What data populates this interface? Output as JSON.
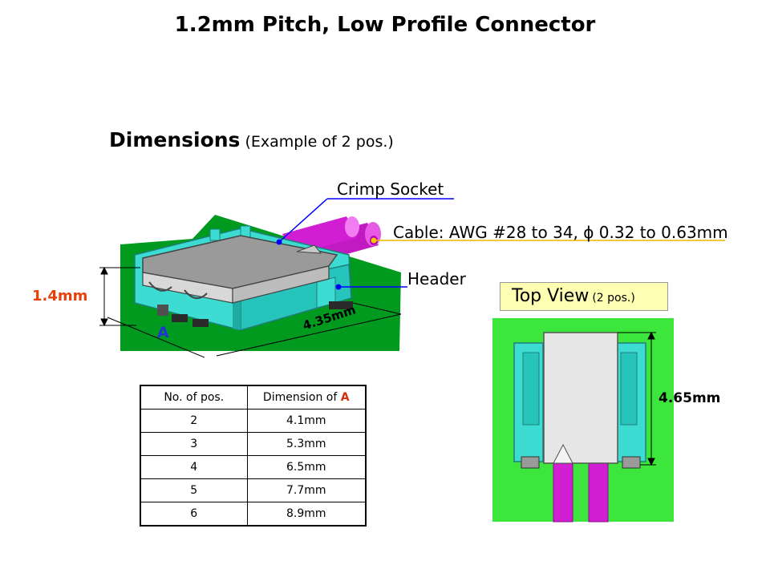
{
  "title": "1.2mm Pitch, Low Profile Connector",
  "section": {
    "heading": "Dimensions",
    "note": "(Example of 2 pos.)"
  },
  "callouts": {
    "crimp_socket": "Crimp Socket",
    "cable": "Cable: AWG #28 to 34, ϕ 0.32 to 0.63mm",
    "header": "Header"
  },
  "dimensions": {
    "height": "1.4mm",
    "depth": "4.35mm",
    "width_ref": "A",
    "topview_height": "4.65mm"
  },
  "top_view": {
    "label": "Top View",
    "note": "(2 pos.)"
  },
  "table": {
    "headers": [
      "No. of pos.",
      "Dimension of ",
      "A"
    ],
    "rows": [
      [
        "2",
        "4.1mm"
      ],
      [
        "3",
        "5.3mm"
      ],
      [
        "4",
        "6.5mm"
      ],
      [
        "5",
        "7.7mm"
      ],
      [
        "6",
        "8.9mm"
      ]
    ]
  },
  "colors": {
    "pcb_green": "#009a1e",
    "housing_cyan": "#3cdcd2",
    "socket_gray": "#9a9a9a",
    "cable_magenta": "#d21ed2",
    "dim_red": "#e6410a",
    "ref_blue": "#2332d2"
  }
}
